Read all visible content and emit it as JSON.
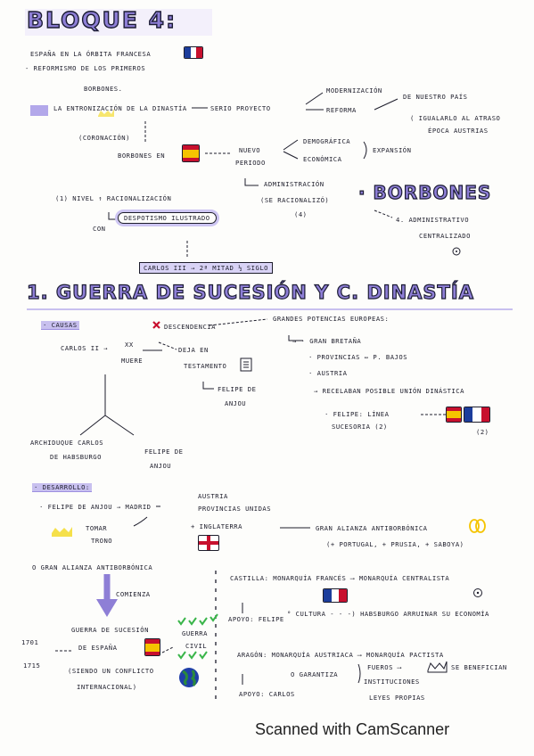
{
  "title": "BLOQUE 4:",
  "intro": {
    "line1": "España en la órbita francesa",
    "line2": "- Reformismo de los primeros",
    "line3": "borbones."
  },
  "map1": {
    "entronizacion": "La entronización de la dinastía",
    "proyecto": "serio proyecto",
    "modernizacion": "modernización",
    "reforma": "reforma",
    "nuestro_pais": "de nuestro país",
    "igualarlo": "( igualarlo al atraso",
    "epoca": "época austrias",
    "coronacion": "(coronación)",
    "borbones_en": "borbones en",
    "nuevo_periodo_1": "nuevo",
    "nuevo_periodo_2": "periodo",
    "demografica": "demográfica",
    "economica": "económica",
    "expansion": "expansión",
    "administracion_1": "administración",
    "administracion_2": "(se racionalizó)",
    "paren4": "(4)",
    "nivel": "(1) nivel ↑ racionalización",
    "con": "con",
    "despotismo": "despotismo ilustrado",
    "admin_central_1": "4. administrativo",
    "admin_central_2": "centralizado",
    "carlos": "carlos III → 2ª mitad ½ siglo"
  },
  "borbones_heading": "· BORBONES",
  "section1": "1. GUERRA DE SUCESIÓN Y C. DINASTÍA",
  "causas": {
    "label": "· Causas",
    "carlos": "Carlos II →",
    "muere": "muere",
    "xx": "xx",
    "descendencia": "descendencia",
    "deja_en": "deja en",
    "testamento": "testamento",
    "felipe_de": "felipe de",
    "anjou": "anjou",
    "grandes": "grandes potencias europeas:",
    "gran_bretana": "→ · Gran Bretaña",
    "provincias": "· Provincias ↔ P. Bajos",
    "austria": "· Austria",
    "recelaban": "→ recelaban posible unión dinástica",
    "felipe_linea_1": "· Felipe: línea",
    "felipe_linea_2": "sucesoria (2)",
    "paren2": "(2)",
    "archiduque_1": "archiduque carlos",
    "archiduque_2": "de habsburgo",
    "felipe_anjou_1": "felipe de",
    "felipe_anjou_2": "anjou"
  },
  "desarrollo": {
    "label": "· Desarrollo:",
    "felipe": "· Felipe de Anjou → Madrid",
    "austria_1": "Austria",
    "austria_2": "provincias unidas",
    "inglaterra": "+ Inglaterra",
    "tomar_1": "tomar",
    "tomar_2": "trono",
    "gran_alianza_1": "gran alianza antiborbónica",
    "gran_alianza_2": "(+ portugal, + prusia, + saboya)",
    "alianza_anti": "o gran alianza antiborbónica",
    "comienza": "comienza",
    "guerra_1": "guerra de sucesión",
    "guerra_2": "de España",
    "guerra_3": "(siendo un conflicto",
    "guerra_4": "internacional)",
    "year1": "1701",
    "year2": "1715",
    "guerra_civil_1": "guerra",
    "guerra_civil_2": "civil",
    "castilla": "Castilla: monarquía francés ⟶ monarquía centralista",
    "apoyo_felipe": "apoyo: felipe",
    "cultura": "° cultura - - -) habsburgo arruinar su economía",
    "aragon": "Aragón: monarquía austriaca ⟶ monarquía pactista",
    "garantiza": "o garantiza",
    "fueros": "fueros ⟶",
    "se_benefician": "se benefician",
    "instituciones": "instituciones",
    "leyes": "leyes propias",
    "apoyo_carlos": "apoyo: carlos"
  },
  "footer": "Scanned with CamScanner",
  "colors": {
    "accent": "#8e7fd6",
    "highlight": "#c8c0ef",
    "ink": "#1d1d2b",
    "france_blue": "#1c3d9c",
    "spain_red": "#c8102e",
    "spain_yellow": "#f5c400",
    "green_check": "#3ab54a",
    "yellow_crown": "#f5e04a"
  },
  "icons": [
    "france-flag-icon",
    "spain-flag-icon",
    "england-flag-icon",
    "crown-icon",
    "globe-icon",
    "checkmark-icon",
    "chain-icon",
    "testament-icon"
  ]
}
